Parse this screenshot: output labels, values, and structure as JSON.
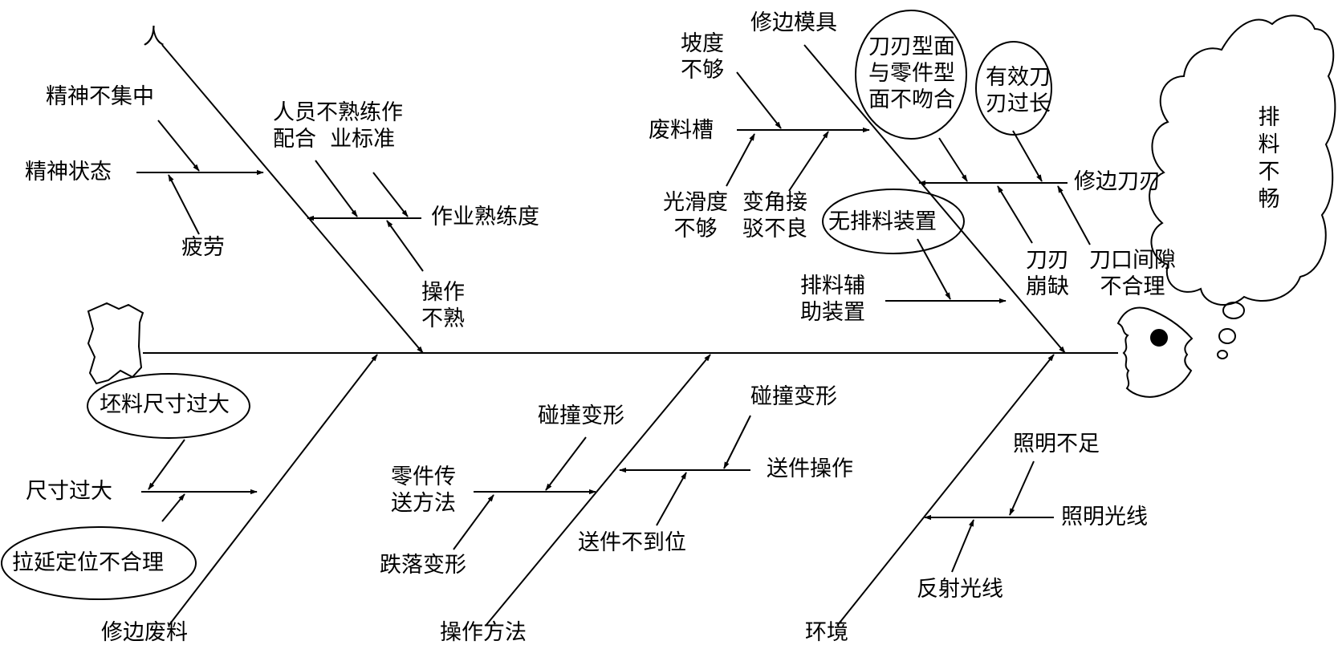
{
  "diagram": {
    "effect": "排\n料\n不\n畅",
    "categories": {
      "person": "人",
      "die": "修边模具",
      "trim_waste": "修边废料",
      "method": "操作方法",
      "environment": "环境"
    },
    "labels": {
      "mental_unfocused": "精神不集中",
      "mental_state": "精神状态",
      "fatigue": "疲劳",
      "staff_coordination": "人员不熟练作\n配合  业标准",
      "proficiency": "作业熟练度",
      "unskilled_operation": "操作\n不熟",
      "slope_insufficient": "坡度\n不够",
      "waste_chute": "废料槽",
      "smooth_insufficient": "光滑度\n不够",
      "bad_corner_joint": "变角接\n驳不良",
      "edge_mismatch": "刀刃型面\n与零件型\n面不吻合",
      "effective_edge_long": "有效刀\n刃过长",
      "trim_edge": "修边刀刃",
      "no_discharge_device": "无排料装置",
      "discharge_aux": "排料辅\n助装置",
      "edge_chipped": "刀刃\n崩缺",
      "gap_unreasonable": "刀口间隙\n不合理",
      "blank_oversize": "坯料尺寸过大",
      "size_oversize": "尺寸过大",
      "stretch_positioning": "拉延定位不合理",
      "collision_deform_1": "碰撞变形",
      "transfer_method": "零件传\n送方法",
      "drop_deform": "跌落变形",
      "not_in_place": "送件不到位",
      "collision_deform_2": "碰撞变形",
      "feeding_operation": "送件操作",
      "insufficient_light": "照明不足",
      "lighting": "照明光线",
      "reflected_light": "反射光线"
    }
  }
}
